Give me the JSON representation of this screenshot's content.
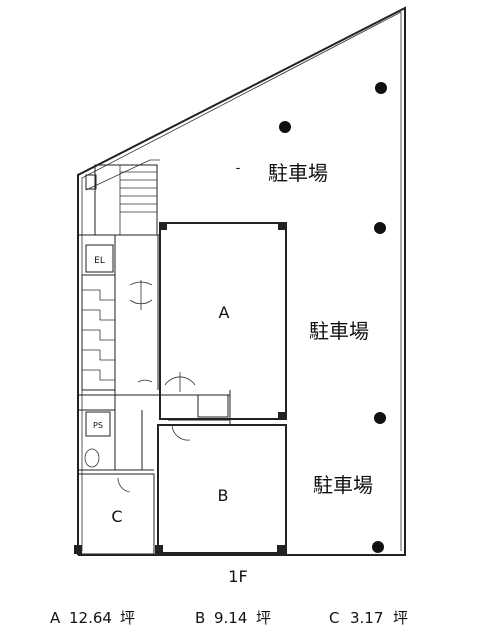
{
  "floor_label": "1F",
  "units": [
    {
      "id": "A",
      "label": "A"
    },
    {
      "id": "B",
      "label": "B"
    },
    {
      "id": "C",
      "label": "C"
    }
  ],
  "parking_label": "駐車場",
  "parking_prefix": "-",
  "elevator_label": "EL",
  "ps_label": "PS",
  "areas": [
    {
      "unit": "A",
      "value": "12.64",
      "unit_label": "坪"
    },
    {
      "unit": "B",
      "value": "9.14",
      "unit_label": "坪"
    },
    {
      "unit": "C",
      "value": "3.17",
      "unit_label": "坪"
    }
  ]
}
